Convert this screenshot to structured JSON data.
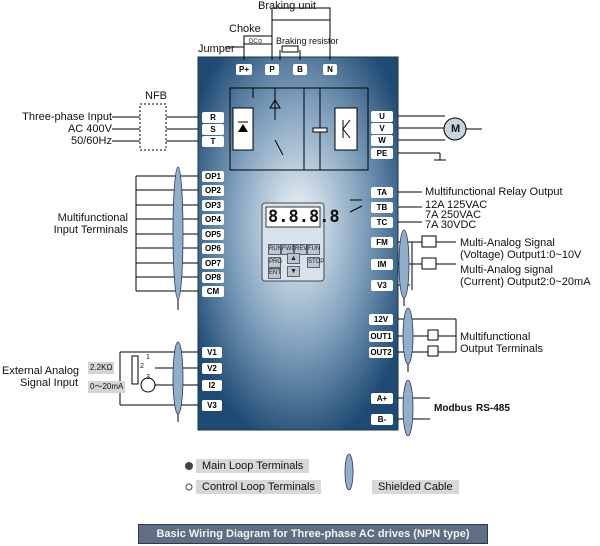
{
  "top": {
    "braking_unit": "Braking unit",
    "choke": "Choke",
    "braking_resistor": "Braking resistor",
    "jumper": "Jumper",
    "choke_value": "DC⊙"
  },
  "left": {
    "nfb": "NFB",
    "three_phase_input": "Three-phase Input",
    "ac_400v": "AC 400V",
    "freq": "50/60Hz",
    "multifunctional_input_1": "Multifunctional",
    "multifunctional_input_2": "Input Terminals",
    "ext_analog_1": "External Analog",
    "ext_analog_2": "Signal Input",
    "resistor_value": "2.2KΩ",
    "current_range": "0～20mA",
    "pot_1": "1",
    "pot_2": "2",
    "pot_3": "3"
  },
  "terminals": {
    "top": [
      "P+",
      "P",
      "B",
      "N"
    ],
    "input": [
      "R",
      "S",
      "T"
    ],
    "output": [
      "U",
      "V",
      "W",
      "PE"
    ],
    "op": [
      "OP1",
      "OP2",
      "OP3",
      "OP4",
      "OP5",
      "OP6",
      "OP7",
      "OP8",
      "CM"
    ],
    "analog_in": [
      "V1",
      "V2",
      "I2",
      "V3"
    ],
    "relay": [
      "TA",
      "TB",
      "TC"
    ],
    "analog_out": [
      "FM",
      "IM",
      "V3"
    ],
    "dig_out": [
      "12V",
      "OUT1",
      "OUT2"
    ],
    "rs485": [
      "A+",
      "B-"
    ]
  },
  "right": {
    "motor": "M",
    "relay_title": "Multifunctional Relay Output",
    "relay_1": "12A  125VAC",
    "relay_2": "7A  250VAC",
    "relay_3": "7A  30VDC",
    "analog_out_1": "Multi-Analog Signal",
    "analog_out_2": "(Voltage) Output1:0~10V",
    "analog_out_3": "Multi-Analog signal",
    "analog_out_4": "(Current) Output2:0~20mA",
    "dig_out_1": "Multifunctional",
    "dig_out_2": "Output Terminals",
    "modbus": "Modbus",
    "rs485": "RS-485"
  },
  "keypad": {
    "display": "8.8.8.8",
    "buttons": [
      "RUN",
      "FWD",
      "REV",
      "FUN",
      "PRG",
      "▲",
      "STOP",
      "▼",
      "ENT"
    ]
  },
  "legend": {
    "main_loop": "Main Loop Terminals",
    "control_loop": "Control Loop Terminals",
    "shielded": "Shielded Cable"
  },
  "caption": "Basic Wiring Diagram for Three-phase AC drives (NPN type)"
}
